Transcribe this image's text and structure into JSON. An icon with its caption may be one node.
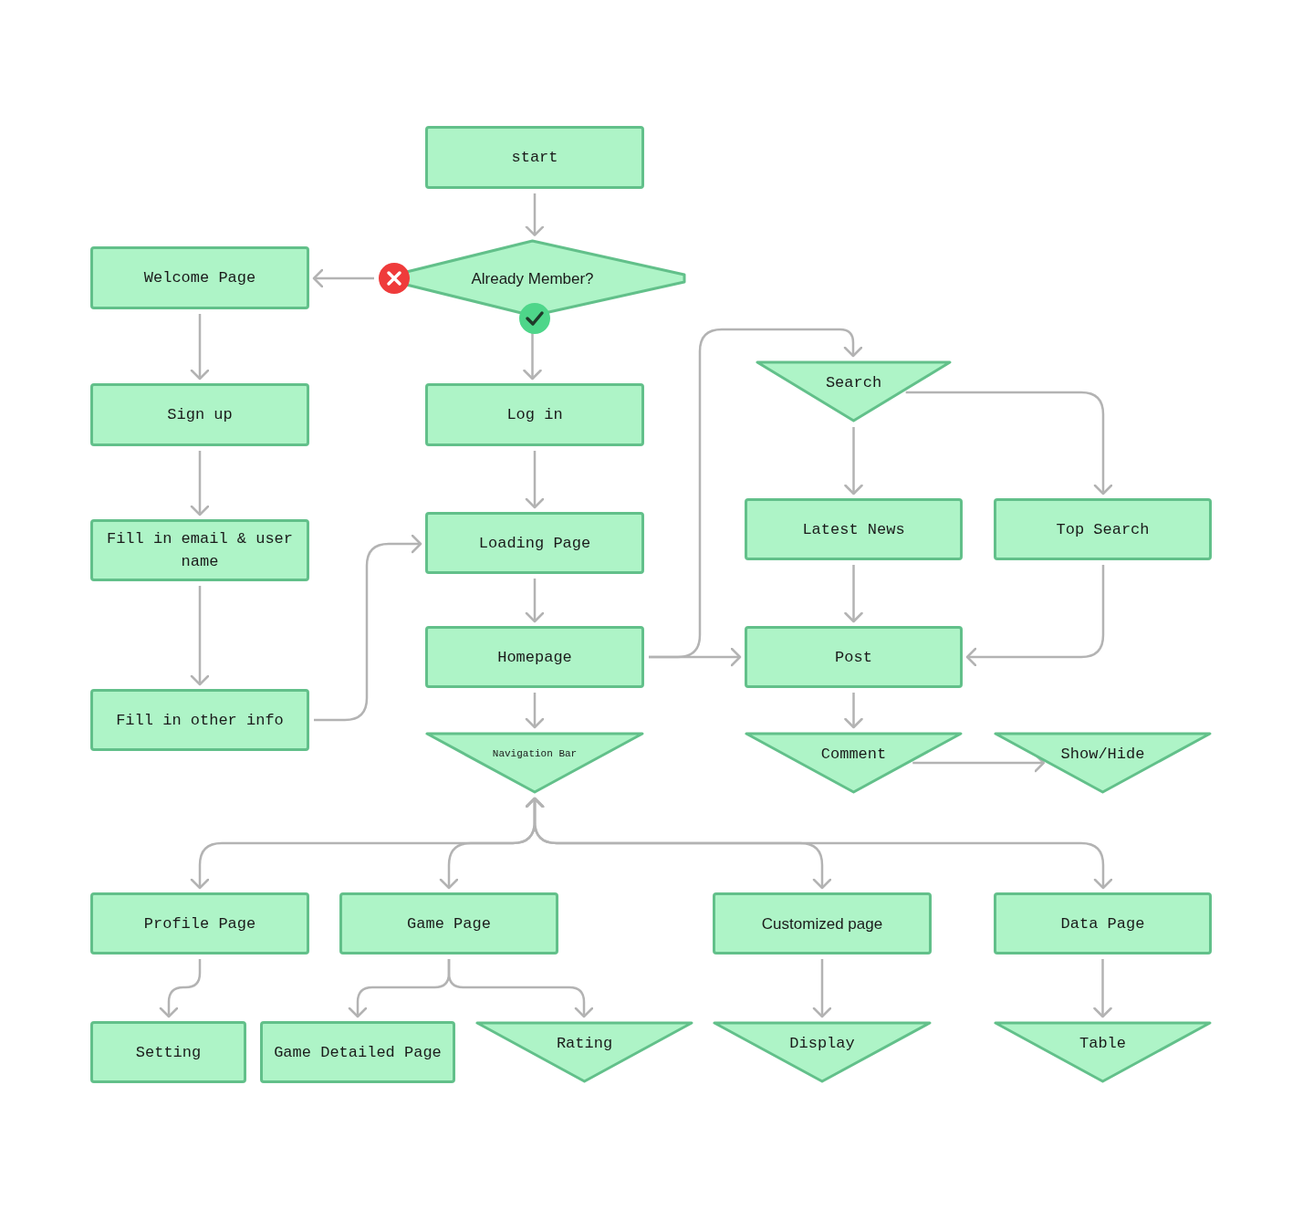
{
  "diagram": {
    "nodes": [
      {
        "text": [
          "start"
        ]
      },
      {
        "text": [
          "Already Member?"
        ]
      },
      {
        "text": [
          "Welcome Page"
        ]
      },
      {
        "text": [
          "Sign up"
        ]
      },
      {
        "text": [
          "Log in"
        ]
      },
      {
        "text": [
          "Search"
        ]
      },
      {
        "text": [
          "Latest News"
        ]
      },
      {
        "text": [
          "Top Search"
        ]
      },
      {
        "text": [
          "Fill in email & user name"
        ]
      },
      {
        "text": [
          "Loading Page"
        ]
      },
      {
        "text": [
          "Homepage"
        ]
      },
      {
        "text": [
          "Post"
        ]
      },
      {
        "text": [
          "Fill in other info"
        ]
      },
      {
        "text": [
          "Navigation Bar"
        ]
      },
      {
        "text": [
          "Comment"
        ]
      },
      {
        "text": [
          "Show/Hide"
        ]
      },
      {
        "text": [
          "Profile Page"
        ]
      },
      {
        "text": [
          "Game Page"
        ]
      },
      {
        "text": [
          "Customized page"
        ]
      },
      {
        "text": [
          "Data Page"
        ]
      },
      {
        "text": [
          "Setting"
        ]
      },
      {
        "text": [
          "Game Detailed Page"
        ]
      },
      {
        "text": [
          "Rating"
        ]
      },
      {
        "text": [
          "Display"
        ]
      },
      {
        "text": [
          "Table"
        ]
      }
    ],
    "edges": [
      {
        "from": 0,
        "to": 1,
        "arrow": "to"
      },
      {
        "from": 1,
        "to": 2,
        "arrow": "to"
      },
      {
        "from": 1,
        "to": 4,
        "arrow": "to"
      },
      {
        "from": 2,
        "to": 3,
        "arrow": "to"
      },
      {
        "from": 3,
        "to": 8,
        "arrow": "to"
      },
      {
        "from": 8,
        "to": 12,
        "arrow": "to"
      },
      {
        "from": 12,
        "to": 9,
        "arrow": "to"
      },
      {
        "from": 4,
        "to": 9,
        "arrow": "to"
      },
      {
        "from": 9,
        "to": 10,
        "arrow": "to"
      },
      {
        "from": 10,
        "to": 11,
        "arrow": "to"
      },
      {
        "from": 10,
        "to": 5,
        "arrow": "to"
      },
      {
        "from": 5,
        "to": 6,
        "arrow": "to"
      },
      {
        "from": 5,
        "to": 7,
        "arrow": "to"
      },
      {
        "from": 6,
        "to": 11,
        "arrow": "to"
      },
      {
        "from": 7,
        "to": 11,
        "arrow": "to"
      },
      {
        "from": 11,
        "to": 14,
        "arrow": "to"
      },
      {
        "from": 14,
        "to": 15,
        "arrow": "to"
      },
      {
        "from": 10,
        "to": 13,
        "arrow": "to"
      },
      {
        "from": 13,
        "to": 16,
        "arrow": "both"
      },
      {
        "from": 13,
        "to": 17,
        "arrow": "both"
      },
      {
        "from": 13,
        "to": 18,
        "arrow": "both"
      },
      {
        "from": 13,
        "to": 19,
        "arrow": "both"
      },
      {
        "from": 16,
        "to": 20,
        "arrow": "to"
      },
      {
        "from": 17,
        "to": 21,
        "arrow": "to"
      },
      {
        "from": 17,
        "to": 22,
        "arrow": "to"
      },
      {
        "from": 18,
        "to": 23,
        "arrow": "to"
      },
      {
        "from": 19,
        "to": 24,
        "arrow": "to"
      }
    ]
  }
}
